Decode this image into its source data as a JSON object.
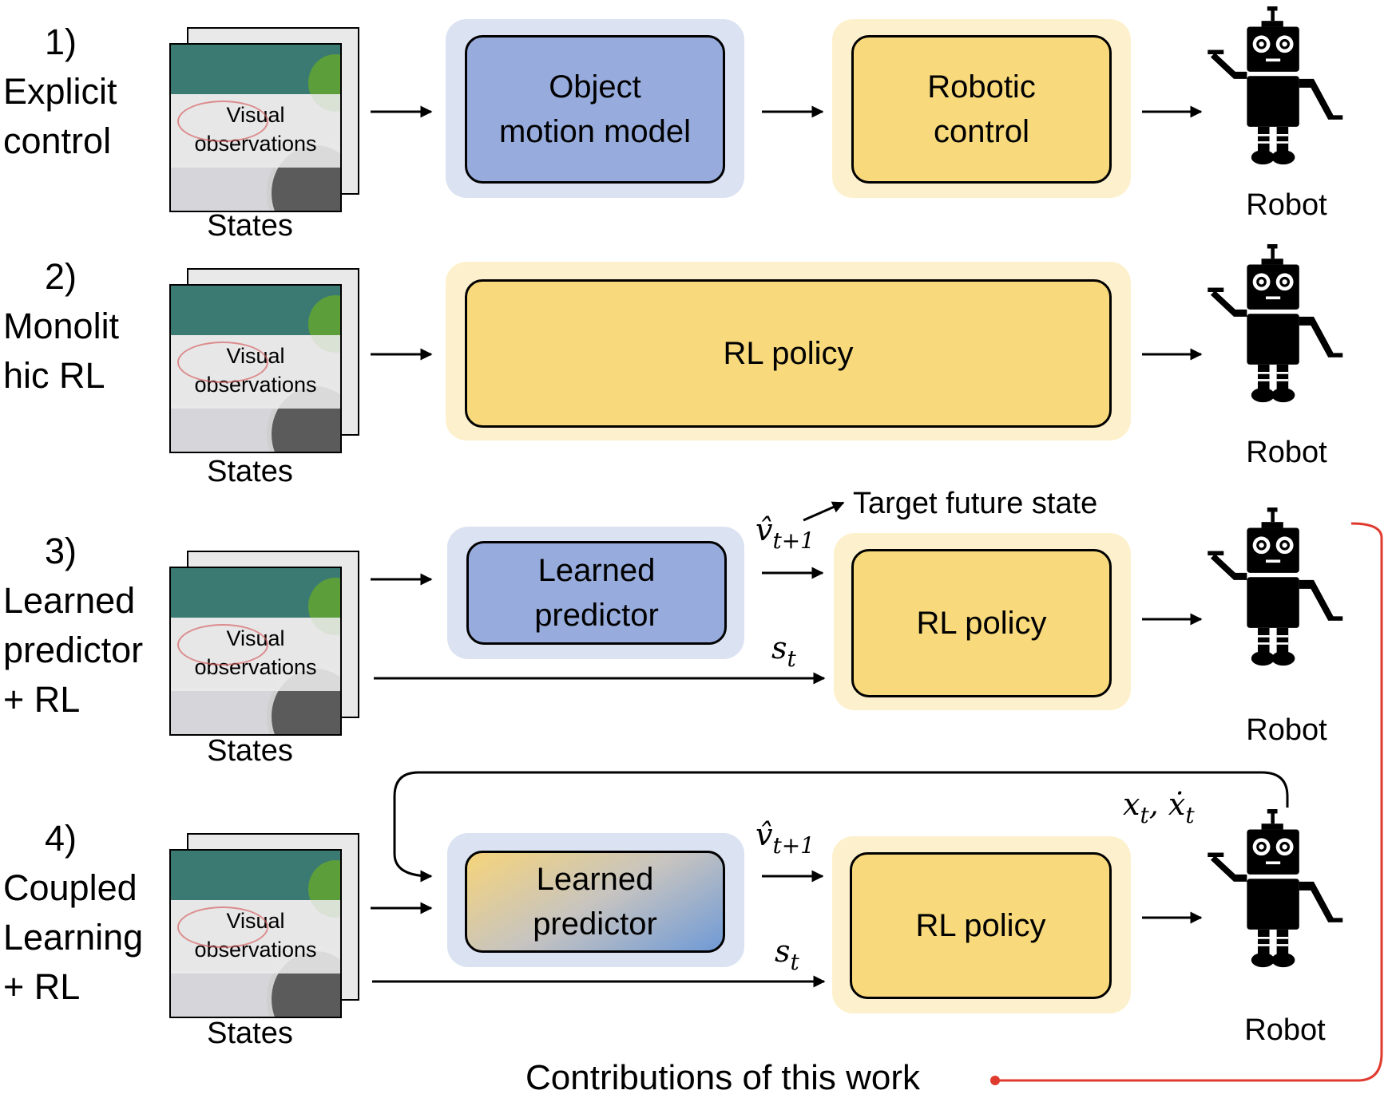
{
  "rows": [
    {
      "num": "1)",
      "lines": [
        "Explicit",
        "control"
      ]
    },
    {
      "num": "2)",
      "lines": [
        "Monolit",
        "hic RL"
      ]
    },
    {
      "num": "3)",
      "lines": [
        "Learned",
        "predictor",
        "+ RL"
      ]
    },
    {
      "num": "4)",
      "lines": [
        "Coupled",
        "Learning",
        "+ RL"
      ]
    }
  ],
  "states": {
    "overlay_line1": "Visual",
    "overlay_line2": "observations",
    "caption": "States"
  },
  "boxes": {
    "object_motion_model": [
      "Object",
      "motion model"
    ],
    "robotic_control": [
      "Robotic",
      "control"
    ],
    "rl_policy": "RL policy",
    "learned_predictor": [
      "Learned",
      "predictor"
    ]
  },
  "robot_label": "Robot",
  "annotations": {
    "target_future_state": "Target future state",
    "v_hat": "v̂",
    "v_sub": "t+1",
    "s": "s",
    "s_sub": "t",
    "x": "x",
    "x_sub": "t",
    "x_dot": "ẋ",
    "comma": ", "
  },
  "contributions": "Contributions of this work",
  "colors": {
    "blue_fill": "#97acdc",
    "blue_halo": "#dbe2f2",
    "yellow_fill": "#f8da7c",
    "yellow_halo": "#fdf1cd",
    "bracket": "#e03a2f"
  },
  "icons": [
    "robot-icon",
    "arrow-right-icon"
  ]
}
